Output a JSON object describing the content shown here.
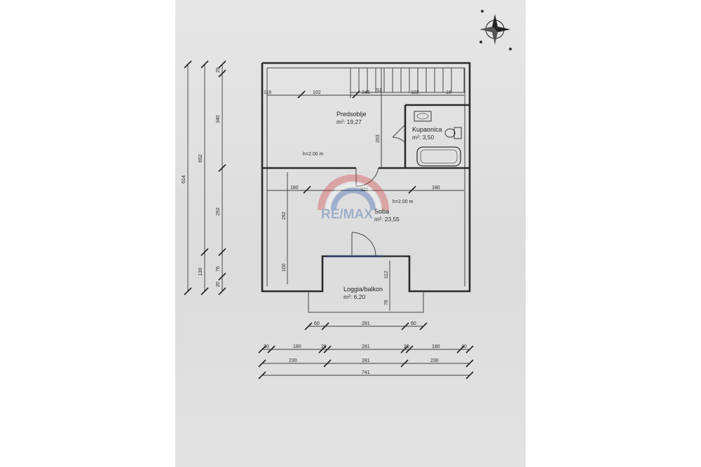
{
  "floor_plan": {
    "rooms": [
      {
        "name": "Predsoblje",
        "area": "m²: 19,27"
      },
      {
        "name": "Kupaonica",
        "area": "m²: 3,50"
      },
      {
        "name": "Soba",
        "area": "m²: 23,55"
      },
      {
        "name": "Loggia/balkon",
        "area": "m²: 6,20"
      }
    ],
    "heights": [
      "h=2.00 m",
      "h=2.00 m"
    ],
    "dims": {
      "top": [
        "116",
        "102",
        "245",
        "51",
        "102",
        "16"
      ],
      "left_vertical": [
        "614",
        "652",
        "340",
        "292",
        "130",
        "76",
        "20",
        "29"
      ],
      "inner_vertical": [
        "203",
        "292",
        "100",
        "112",
        "76"
      ],
      "middle": [
        "180",
        "321",
        "180"
      ],
      "loggia_row": [
        "60",
        "281",
        "60"
      ],
      "bottom_row1": [
        "30",
        "180",
        "20",
        "281",
        "20",
        "180",
        "30"
      ],
      "bottom_row2": [
        "230",
        "281",
        "230"
      ],
      "bottom_total": "741"
    },
    "watermark": "RE/MAX",
    "compass_icon": "compass-rose"
  }
}
